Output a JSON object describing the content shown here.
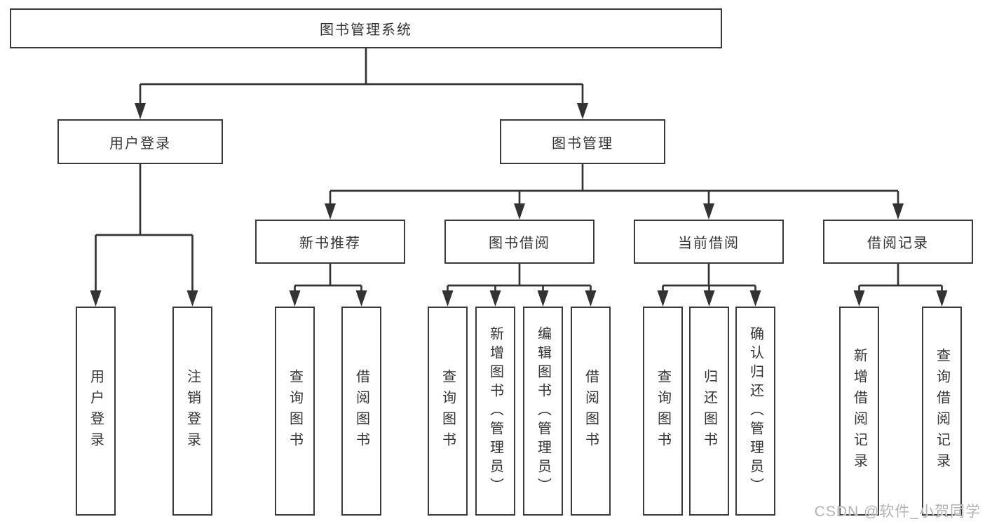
{
  "diagram": {
    "root": {
      "label": "图书管理系统"
    },
    "branches": [
      {
        "label": "用户登录",
        "children": [
          {
            "label": "用户登录"
          },
          {
            "label": "注销登录"
          }
        ]
      },
      {
        "label": "图书管理",
        "children": [
          {
            "label": "新书推荐",
            "children": [
              {
                "label": "查询图书"
              },
              {
                "label": "借阅图书"
              }
            ]
          },
          {
            "label": "图书借阅",
            "children": [
              {
                "label": "查询图书"
              },
              {
                "label": "新增图书（管理员）"
              },
              {
                "label": "编辑图书（管理员）"
              },
              {
                "label": "借阅图书"
              }
            ]
          },
          {
            "label": "当前借阅",
            "children": [
              {
                "label": "查询图书"
              },
              {
                "label": "归还图书"
              },
              {
                "label": "确认归还（管理员）"
              }
            ]
          },
          {
            "label": "借阅记录",
            "children": [
              {
                "label": "新增借阅记录"
              },
              {
                "label": "查询借阅记录"
              }
            ]
          }
        ]
      }
    ]
  },
  "watermark": {
    "text": "CSDN @软件_小贺同学"
  },
  "colors": {
    "line": "#333333",
    "box_border": "#3a3a3a",
    "text": "#333333",
    "background": "#ffffff",
    "watermark": "#b3b3b3"
  }
}
